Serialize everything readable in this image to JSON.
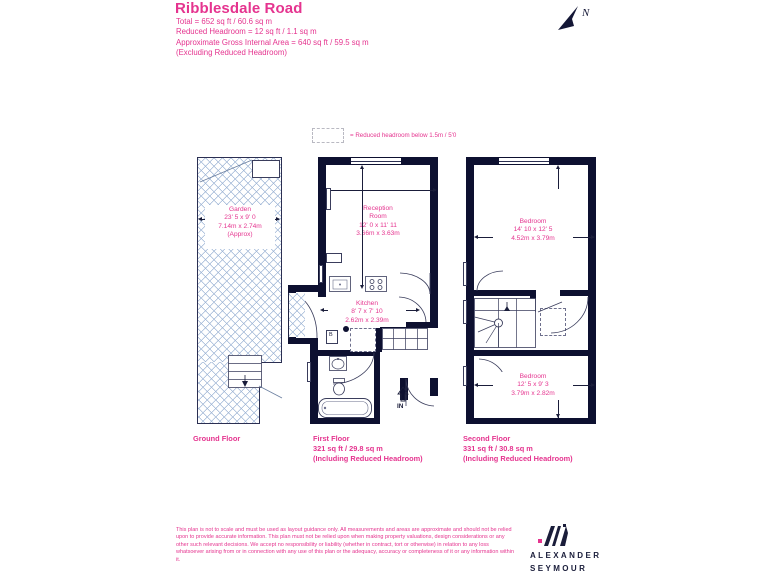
{
  "header": {
    "title": "Ribblesdale Road",
    "summary": [
      "Total = 652 sq ft / 60.6 sq m",
      "Reduced Headroom = 12 sq ft / 1.1 sq m",
      "Approximate Gross Internal Area = 640 sq ft / 59.5 sq m",
      "(Excluding Reduced Headroom)"
    ]
  },
  "compass": {
    "label": "N"
  },
  "legend": {
    "text": "= Reduced headroom below 1.5m / 5'0"
  },
  "rooms": {
    "garden": {
      "name": "Garden",
      "imperial": "23' 5 x 9' 0",
      "metric": "7.14m x 2.74m",
      "note": "(Approx)"
    },
    "reception": {
      "name_line1": "Reception",
      "name_line2": "Room",
      "imperial": "12' 0 x 11' 11",
      "metric": "3.66m x 3.63m"
    },
    "kitchen": {
      "name": "Kitchen",
      "imperial": "8' 7 x 7' 10",
      "metric": "2.62m x 2.39m"
    },
    "bedroom1": {
      "name": "Bedroom",
      "imperial": "14' 10 x 12' 5",
      "metric": "4.52m x 3.79m"
    },
    "bedroom2": {
      "name": "Bedroom",
      "imperial": "12' 5 x 9' 3",
      "metric": "3.79m x 2.82m"
    }
  },
  "markers": {
    "entrance": "IN",
    "boiler": "B"
  },
  "floors": {
    "ground": {
      "name": "Ground Floor",
      "area": "",
      "note": ""
    },
    "first": {
      "name": "First Floor",
      "area": "321 sq ft / 29.8 sq m",
      "note": "(Including Reduced Headroom)"
    },
    "second": {
      "name": "Second Floor",
      "area": "331 sq ft / 30.8 sq m",
      "note": "(Including Reduced Headroom)"
    }
  },
  "footer": {
    "disclaimer": "This plan is not to scale and must be used as layout guidance only. All measurements and areas are approximate and should not be relied upon to provide accurate information. This plan must not be relied upon when making property valuations, design considerations or any other such relevant decisions. We accept no responsibility or liability (whether in contract, tort or otherwise) in relation to any loss whatsoever arising from or in connection with any use of this plan or the adequacy, accuracy or completeness of it or any information within it.",
    "brand_line1": "ALEXANDER",
    "brand_line2": "SEYMOUR"
  },
  "colors": {
    "accent": "#e5348f",
    "wall": "#0d1030",
    "hatch": "#9fb6d6",
    "ink": "#1a1d3a"
  }
}
